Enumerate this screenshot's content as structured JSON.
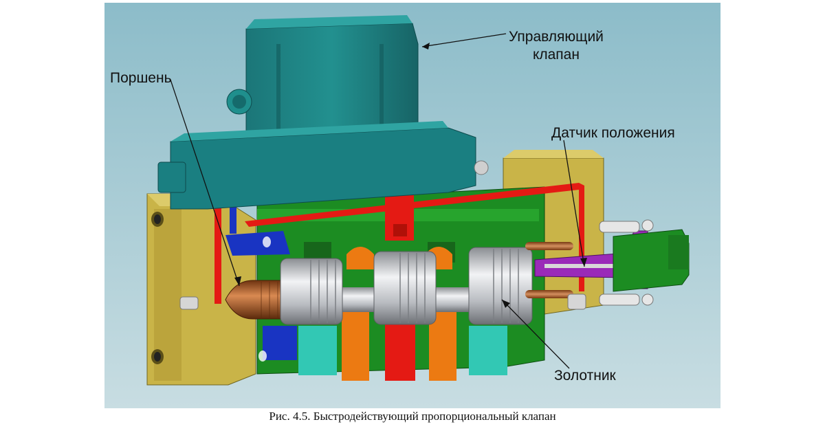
{
  "labels": {
    "control_valve": "Управляющий\nклапан",
    "piston": "Поршень",
    "position_sensor": "Датчик положения",
    "spool": "Золотник"
  },
  "caption": "Рис. 4.5. Быстродействующий пропорциональный клапан",
  "colors": {
    "background": "#9cc4cf",
    "housing": "#ccb84c",
    "control_valve": "#1a8082",
    "core": "#1d8f22",
    "pressure_channel": "#e41a14",
    "return_channel": "#1934c2",
    "port_orange": "#ec7a12",
    "port_cyan": "#32c8b4",
    "spool": "#c6c9ce",
    "piston": "#b05a28",
    "sensor": "#9a2ab8"
  }
}
